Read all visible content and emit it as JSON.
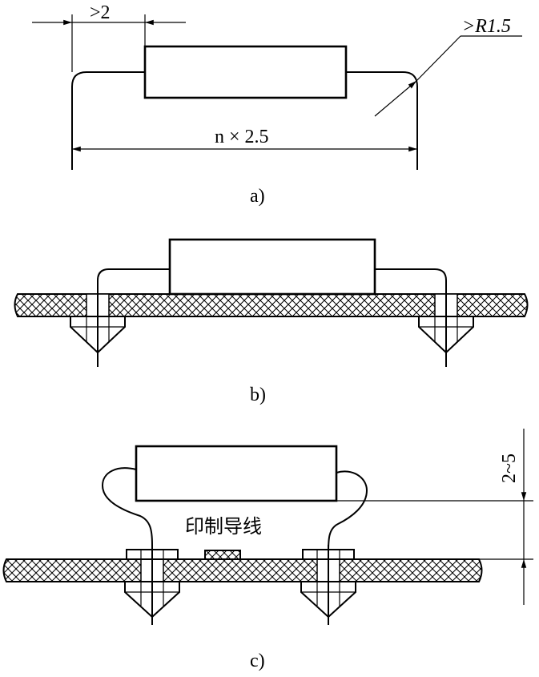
{
  "figure_a": {
    "caption": "a)",
    "dim_lead": ">2",
    "dim_radius": ">R1.5",
    "dim_span": "n × 2.5"
  },
  "figure_b": {
    "caption": "b)"
  },
  "figure_c": {
    "caption": "c)",
    "trace_label": "印制导线",
    "dim_height": "2~5"
  },
  "colors": {
    "line": "#000000",
    "background": "#ffffff"
  }
}
